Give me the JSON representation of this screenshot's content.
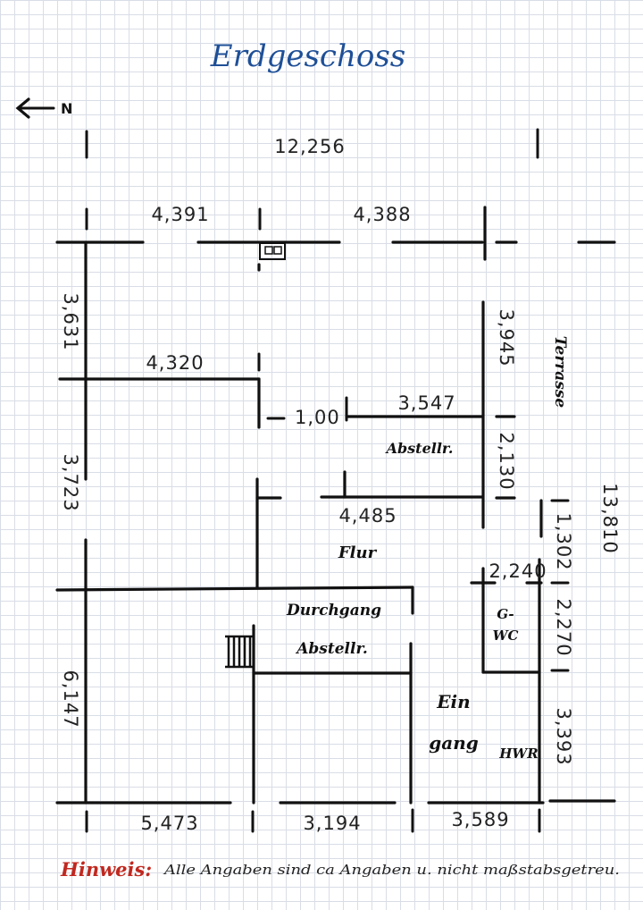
{
  "title": "Erdgeschoss",
  "north_label": "N",
  "dimensions": {
    "total_width": "12,256",
    "top_left": "4,391",
    "top_right": "4,388",
    "left_upper": "3,631",
    "left_middle": "3,723",
    "left_lower": "6,147",
    "inner_wall": "4,320",
    "door_width": "1,00",
    "storage_top": "3,547",
    "storage_bottom": "4,485",
    "right_upper": "3,945",
    "right_middle": "2,130",
    "total_depth": "13,810",
    "right_a": "1,302",
    "right_b": "2,270",
    "right_c": "3,393",
    "wc_width": "2,240",
    "bottom_left": "5,473",
    "bottom_middle": "3,194",
    "bottom_right": "3,589"
  },
  "rooms": {
    "terrasse": "Terrasse",
    "abstellr_upper": "Abstellr.",
    "flur": "Flur",
    "durchgang": "Durchgang",
    "abstellr_lower": "Abstellr.",
    "g": "G-",
    "wc": "WC",
    "ein": "Ein",
    "gang": "gang",
    "hwr": "HWR"
  },
  "note": {
    "label": "Hinweis:",
    "text": "Alle Angaben sind ca Angaben u. nicht maßstabsgetreu."
  },
  "colors": {
    "title": "#1e4f97",
    "note_label": "#c0281f",
    "lines": "#111111"
  }
}
